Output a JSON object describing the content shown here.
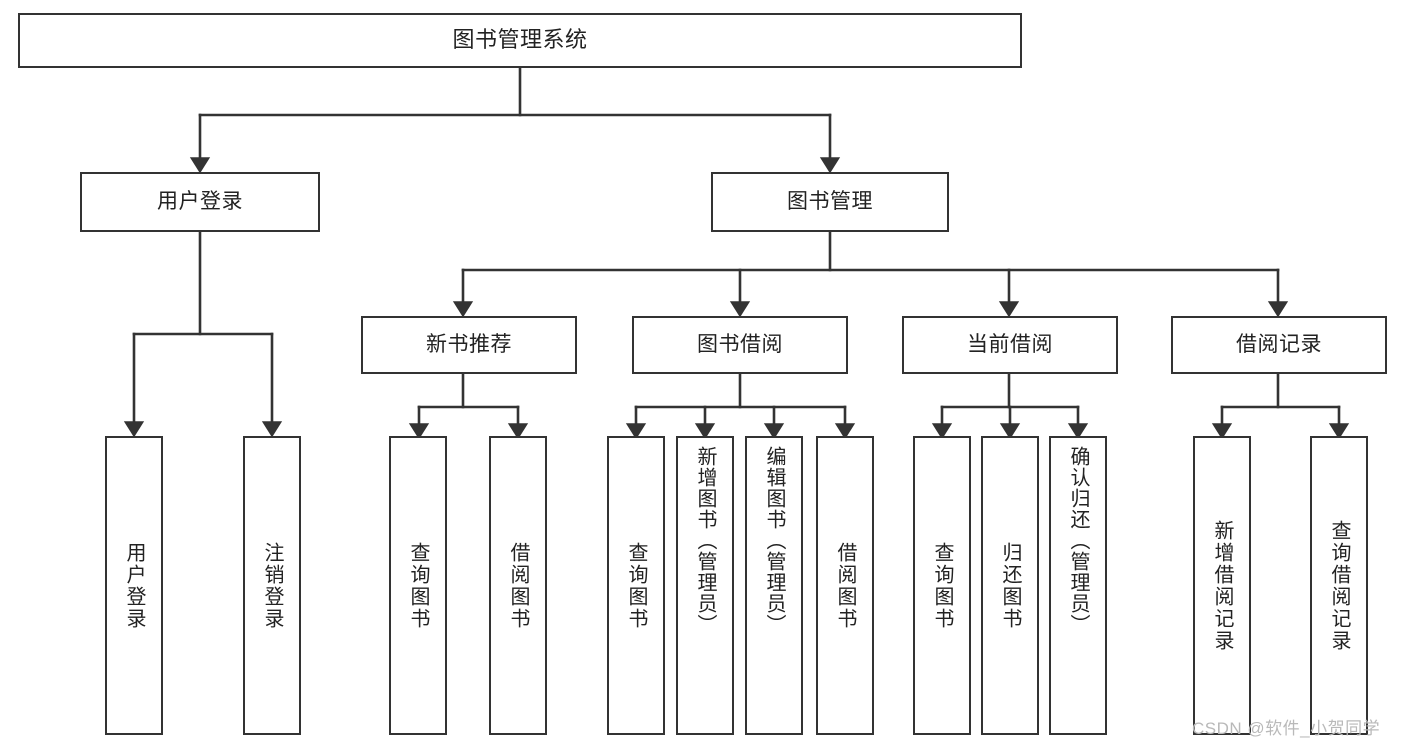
{
  "diagram": {
    "type": "tree-hierarchy",
    "title": "图书管理系统",
    "orientation": "top-down",
    "edge_color": "#333333",
    "node_border_color": "#333333",
    "node_fill_color": "#ffffff",
    "text_color": "#222222",
    "watermark": "CSDN @软件_小贺同学",
    "watermark_color": "#b9b9b9"
  },
  "nodes": {
    "root": {
      "label": "图书管理系统",
      "level": 0
    },
    "level1": [
      {
        "id": "user-login",
        "label": "用户登录",
        "level": 1
      },
      {
        "id": "book-manage",
        "label": "图书管理",
        "level": 1
      }
    ],
    "level2": [
      {
        "id": "new-book-recommend",
        "label": "新书推荐",
        "level": 2,
        "parent": "book-manage"
      },
      {
        "id": "book-borrow",
        "label": "图书借阅",
        "level": 2,
        "parent": "book-manage"
      },
      {
        "id": "current-borrow",
        "label": "当前借阅",
        "level": 2,
        "parent": "book-manage"
      },
      {
        "id": "borrow-record",
        "label": "借阅记录",
        "level": 2,
        "parent": "book-manage"
      }
    ],
    "leaves": [
      {
        "id": "leaf-user-login",
        "label": "用户登录",
        "parent": "user-login"
      },
      {
        "id": "leaf-user-logout",
        "label": "注销登录",
        "parent": "user-login"
      },
      {
        "id": "leaf-query-book-1",
        "label": "查询图书",
        "parent": "new-book-recommend"
      },
      {
        "id": "leaf-borrow-book-1",
        "label": "借阅图书",
        "parent": "new-book-recommend"
      },
      {
        "id": "leaf-query-book-2",
        "label": "查询图书",
        "parent": "book-borrow"
      },
      {
        "id": "leaf-add-book",
        "label": "新增图书（管理员）",
        "parent": "book-borrow"
      },
      {
        "id": "leaf-edit-book",
        "label": "编辑图书（管理员）",
        "parent": "book-borrow"
      },
      {
        "id": "leaf-borrow-book-2",
        "label": "借阅图书",
        "parent": "book-borrow"
      },
      {
        "id": "leaf-query-book-3",
        "label": "查询图书",
        "parent": "current-borrow"
      },
      {
        "id": "leaf-return-book",
        "label": "归还图书",
        "parent": "current-borrow"
      },
      {
        "id": "leaf-confirm-return",
        "label": "确认归还（管理员）",
        "parent": "current-borrow"
      },
      {
        "id": "leaf-add-record",
        "label": "新增借阅记录",
        "parent": "borrow-record"
      },
      {
        "id": "leaf-query-record",
        "label": "查询借阅记录",
        "parent": "borrow-record"
      }
    ]
  }
}
